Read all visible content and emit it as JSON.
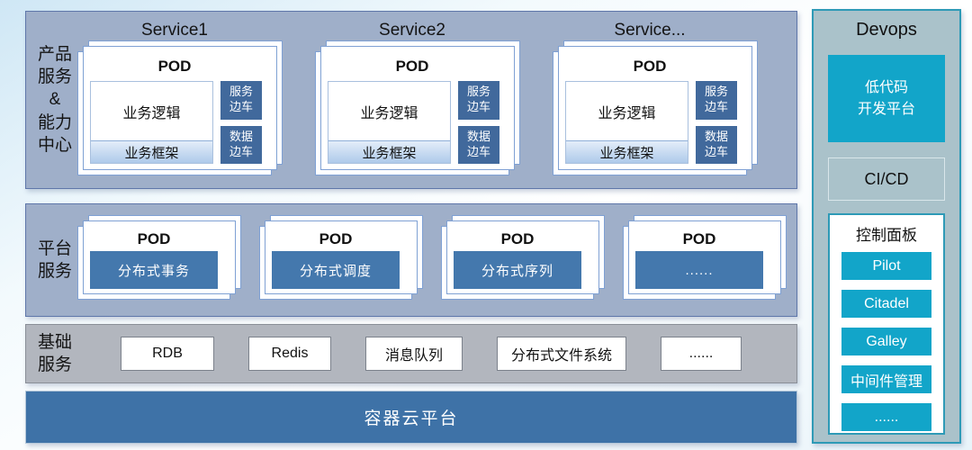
{
  "band1": {
    "label_lines": [
      "产品",
      "服务",
      "&",
      "能力",
      "中心"
    ],
    "pod_label": "POD",
    "logic_label": "业务逻辑",
    "framework_label": "业务框架",
    "sidecar_top": "服务边车",
    "sidecar_bottom": "数据边车",
    "services": [
      {
        "title": "Service1"
      },
      {
        "title": "Service2"
      },
      {
        "title": "Service..."
      }
    ]
  },
  "band2": {
    "label_lines": [
      "平台",
      "服务"
    ],
    "pod_label": "POD",
    "pods": [
      {
        "label": "分布式事务"
      },
      {
        "label": "分布式调度"
      },
      {
        "label": "分布式序列"
      },
      {
        "label": "......"
      }
    ]
  },
  "band3": {
    "label_lines": [
      "基础",
      "服务"
    ],
    "items": [
      {
        "label": "RDB"
      },
      {
        "label": "Redis"
      },
      {
        "label": "消息队列"
      },
      {
        "label": "分布式文件系统"
      },
      {
        "label": "......"
      }
    ]
  },
  "platform_bar": {
    "label": "容器云平台"
  },
  "devops": {
    "title": "Devops",
    "lowcode_lines": [
      "低代码",
      "开发平台"
    ],
    "cicd_label": "CI/CD",
    "control_panel": {
      "title": "控制面板",
      "buttons": [
        {
          "label": "Pilot"
        },
        {
          "label": "Citadel"
        },
        {
          "label": "Galley"
        },
        {
          "label": "中间件管理"
        },
        {
          "label": "......"
        }
      ]
    }
  },
  "colors": {
    "band_fill": "#9fafc9",
    "band_border": "#5f77aa",
    "infra_band_fill": "#b2b6be",
    "pod_border": "#7fa1d4",
    "sidecar_blue": "#41699c",
    "platform_pod_blue": "#4478ad",
    "container_bar_blue": "#3e72a7",
    "devops_panel_fill": "#aac2ca",
    "devops_border_teal": "#2e9ab6",
    "devops_button_teal": "#12a5c9"
  }
}
